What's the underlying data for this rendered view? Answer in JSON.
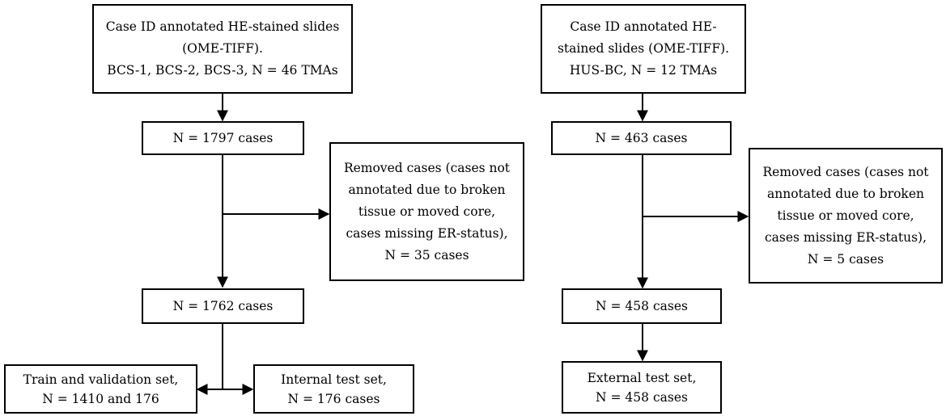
{
  "left": {
    "source": [
      "Case ID annotated HE-stained slides",
      "(OME-TIFF).",
      "BCS-1, BCS-2, BCS-3, N = 46 TMAs"
    ],
    "initial": "N = 1797 cases",
    "removed": [
      "Removed cases (cases not",
      "annotated due to broken",
      "tissue or moved core,",
      "cases missing ER-status),",
      "N = 35 cases"
    ],
    "remaining": "N = 1762 cases",
    "train": [
      "Train and validation set,",
      "N = 1410 and 176"
    ],
    "test": [
      "Internal test set,",
      "N = 176 cases"
    ]
  },
  "right": {
    "source": [
      "Case ID annotated HE-",
      "stained slides (OME-TIFF).",
      "HUS-BC, N = 12 TMAs"
    ],
    "initial": "N = 463 cases",
    "removed": [
      "Removed cases (cases not",
      "annotated due to broken",
      "tissue or moved core,",
      "cases missing ER-status),",
      "N = 5 cases"
    ],
    "remaining": "N = 458 cases",
    "test": [
      "External test set,",
      "N = 458 cases"
    ]
  }
}
